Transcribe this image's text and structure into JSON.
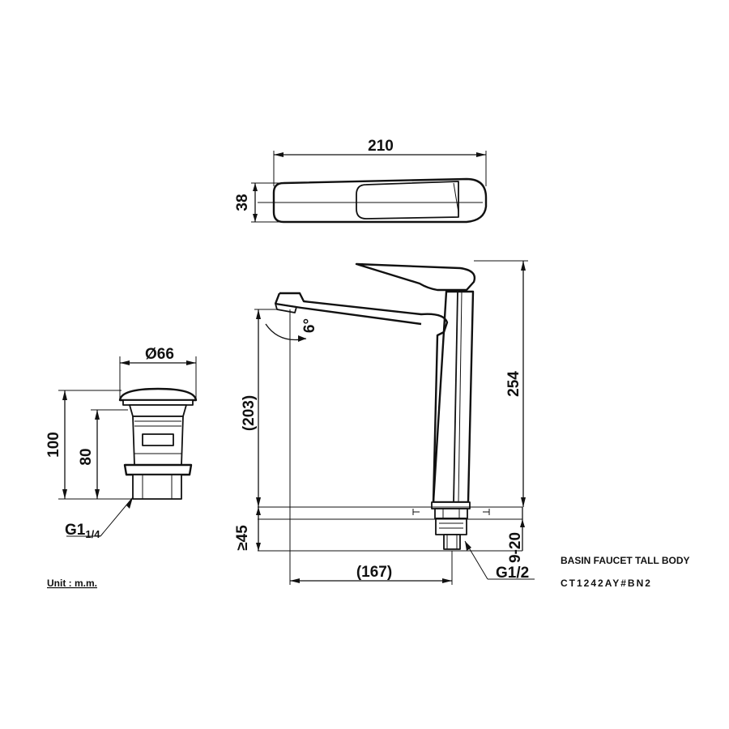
{
  "dimensions": {
    "top_width": "210",
    "top_depth": "38",
    "total_height": "254",
    "spout_height": "(203)",
    "spout_reach": "(167)",
    "deck_thickness_max": "≥45",
    "deck_range": "9-20",
    "spout_angle": "6°",
    "inlet_thread": "G1/2",
    "drain_diameter": "Ø66",
    "drain_height_total": "100",
    "drain_height_body": "80",
    "drain_thread_main": "G1",
    "drain_thread_frac": "1/4"
  },
  "unit_note": "Unit : m.m.",
  "title_block": {
    "product_name": "BASIN FAUCET TALL BODY",
    "model_code": "CT1242AY#BN2"
  },
  "colors": {
    "line": "#111111",
    "background": "#ffffff"
  }
}
